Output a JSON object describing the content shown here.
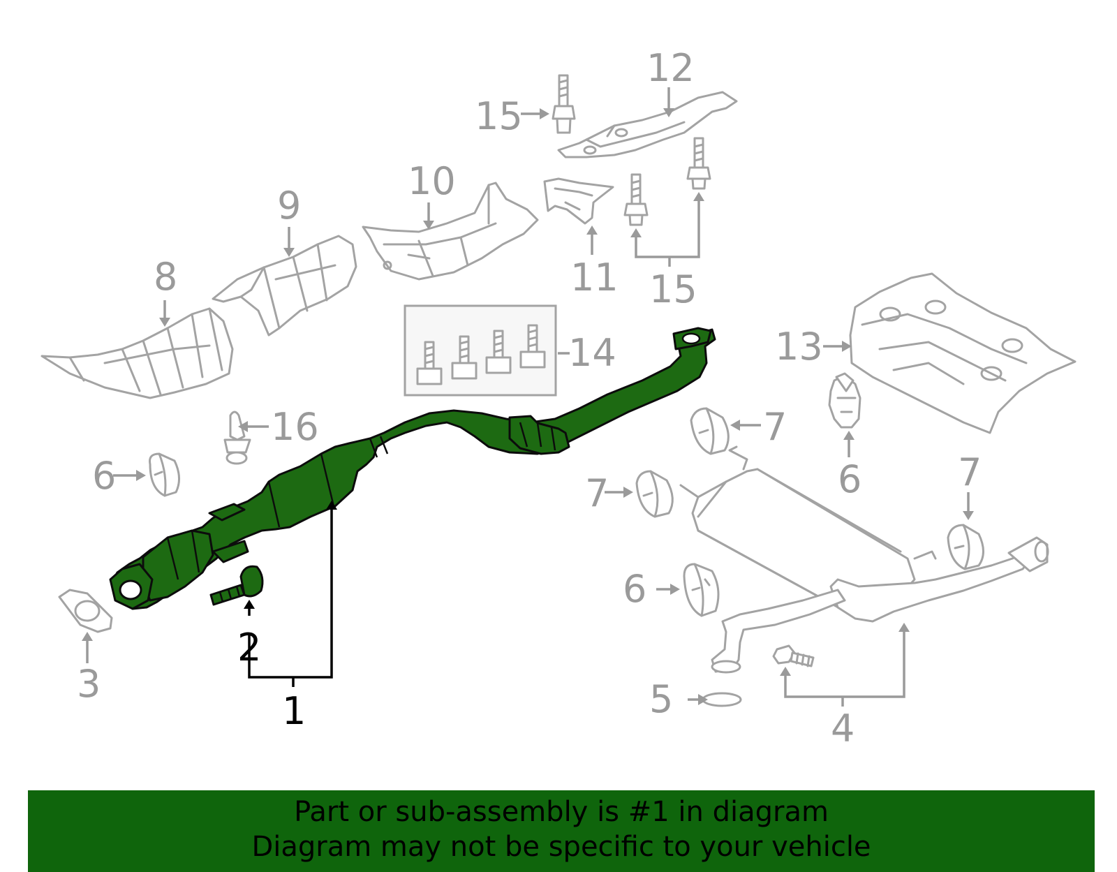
{
  "diagram": {
    "callouts": {
      "c1": "1",
      "c2": "2",
      "c3": "3",
      "c4": "4",
      "c5": "5",
      "c6a": "6",
      "c6b": "6",
      "c6c": "6",
      "c7a": "7",
      "c7b": "7",
      "c7c": "7",
      "c8": "8",
      "c9": "9",
      "c10": "10",
      "c11": "11",
      "c12": "12",
      "c13": "13",
      "c14": "14",
      "c15a": "15",
      "c15b": "15",
      "c16": "16"
    },
    "highlight_color": "#1d6a12",
    "highlighted_part": "1"
  },
  "banner": {
    "line1": "Part or sub-assembly is #1 in diagram",
    "line2": "Diagram may not be specific to your vehicle",
    "background": "#0f650c"
  }
}
